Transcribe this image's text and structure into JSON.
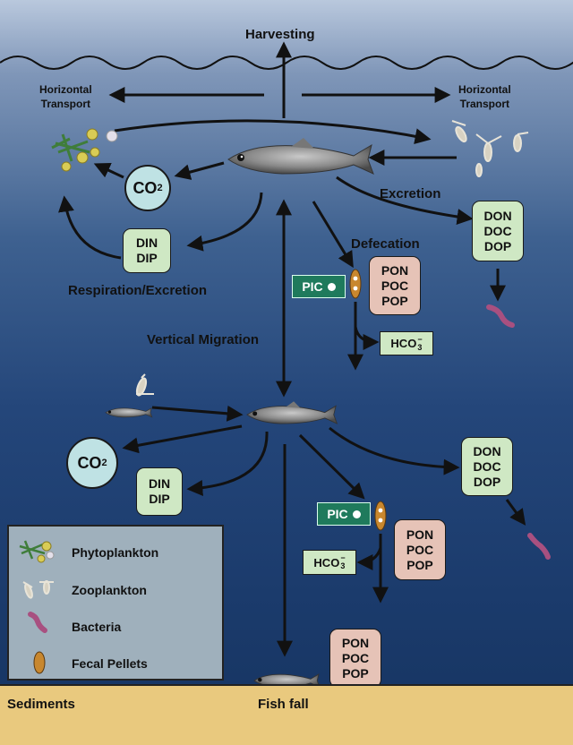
{
  "labels": {
    "harvesting": "Harvesting",
    "horizontal_left": [
      "Horizontal",
      "Transport"
    ],
    "horizontal_right": [
      "Horizontal",
      "Transport"
    ],
    "excretion": "Excretion",
    "defecation": "Defecation",
    "respiration_excretion": "Respiration/Excretion",
    "vertical_migration": "Vertical Migration",
    "sediments": "Sediments",
    "fish_fall": "Fish fall"
  },
  "boxes": {
    "dissolved_organic": [
      "DON",
      "DOC",
      "DOP"
    ],
    "particulate_organic": [
      "PON",
      "POC",
      "POP"
    ],
    "inorganic_nutrients": [
      "DIN",
      "DIP"
    ],
    "pic": "PIC",
    "co2": "CO",
    "co2_sub": "2",
    "hco3": "HCO",
    "hco3_sub": "3",
    "hco3_sup": "−"
  },
  "legend": {
    "items": [
      {
        "label": "Phytoplankton",
        "icon": "phytoplankton-icon"
      },
      {
        "label": "Zooplankton",
        "icon": "zooplankton-icon"
      },
      {
        "label": "Bacteria",
        "icon": "bacteria-icon"
      },
      {
        "label": "Fecal Pellets",
        "icon": "fecal-pellet-icon"
      }
    ]
  },
  "colors": {
    "box_green": "#cfe8c4",
    "box_pink": "#e6c3b7",
    "pic_green": "#1f7a5c",
    "co2_circle": "#bfe2e4",
    "sediment": "#e9c97e",
    "legend_bg": "#9fb0bc"
  }
}
